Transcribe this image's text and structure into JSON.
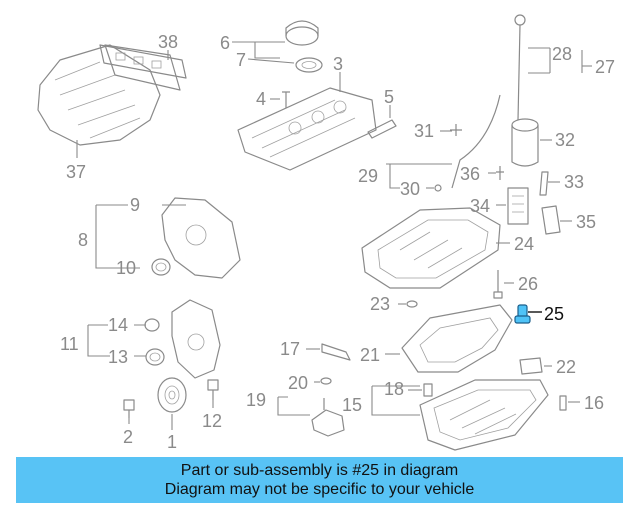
{
  "diagram": {
    "callouts": {
      "n1": "1",
      "n2": "2",
      "n3": "3",
      "n4": "4",
      "n5": "5",
      "n6": "6",
      "n7": "7",
      "n8": "8",
      "n9": "9",
      "n10": "10",
      "n11": "11",
      "n12": "12",
      "n13": "13",
      "n14": "14",
      "n15": "15",
      "n16": "16",
      "n17": "17",
      "n18": "18",
      "n19": "19",
      "n20": "20",
      "n21": "21",
      "n22": "22",
      "n23": "23",
      "n24": "24",
      "n25": "25",
      "n26": "26",
      "n27": "27",
      "n28": "28",
      "n29": "29",
      "n30": "30",
      "n31": "31",
      "n32": "32",
      "n33": "33",
      "n34": "34",
      "n35": "35",
      "n36": "36",
      "n37": "37",
      "n38": "38"
    },
    "highlighted_part": "25",
    "highlight_color": "#4fc3f7"
  },
  "banner": {
    "line1": "Part or sub-assembly is #25 in diagram",
    "line2": "Diagram may not be specific to your vehicle",
    "background": "#58c3f5"
  }
}
